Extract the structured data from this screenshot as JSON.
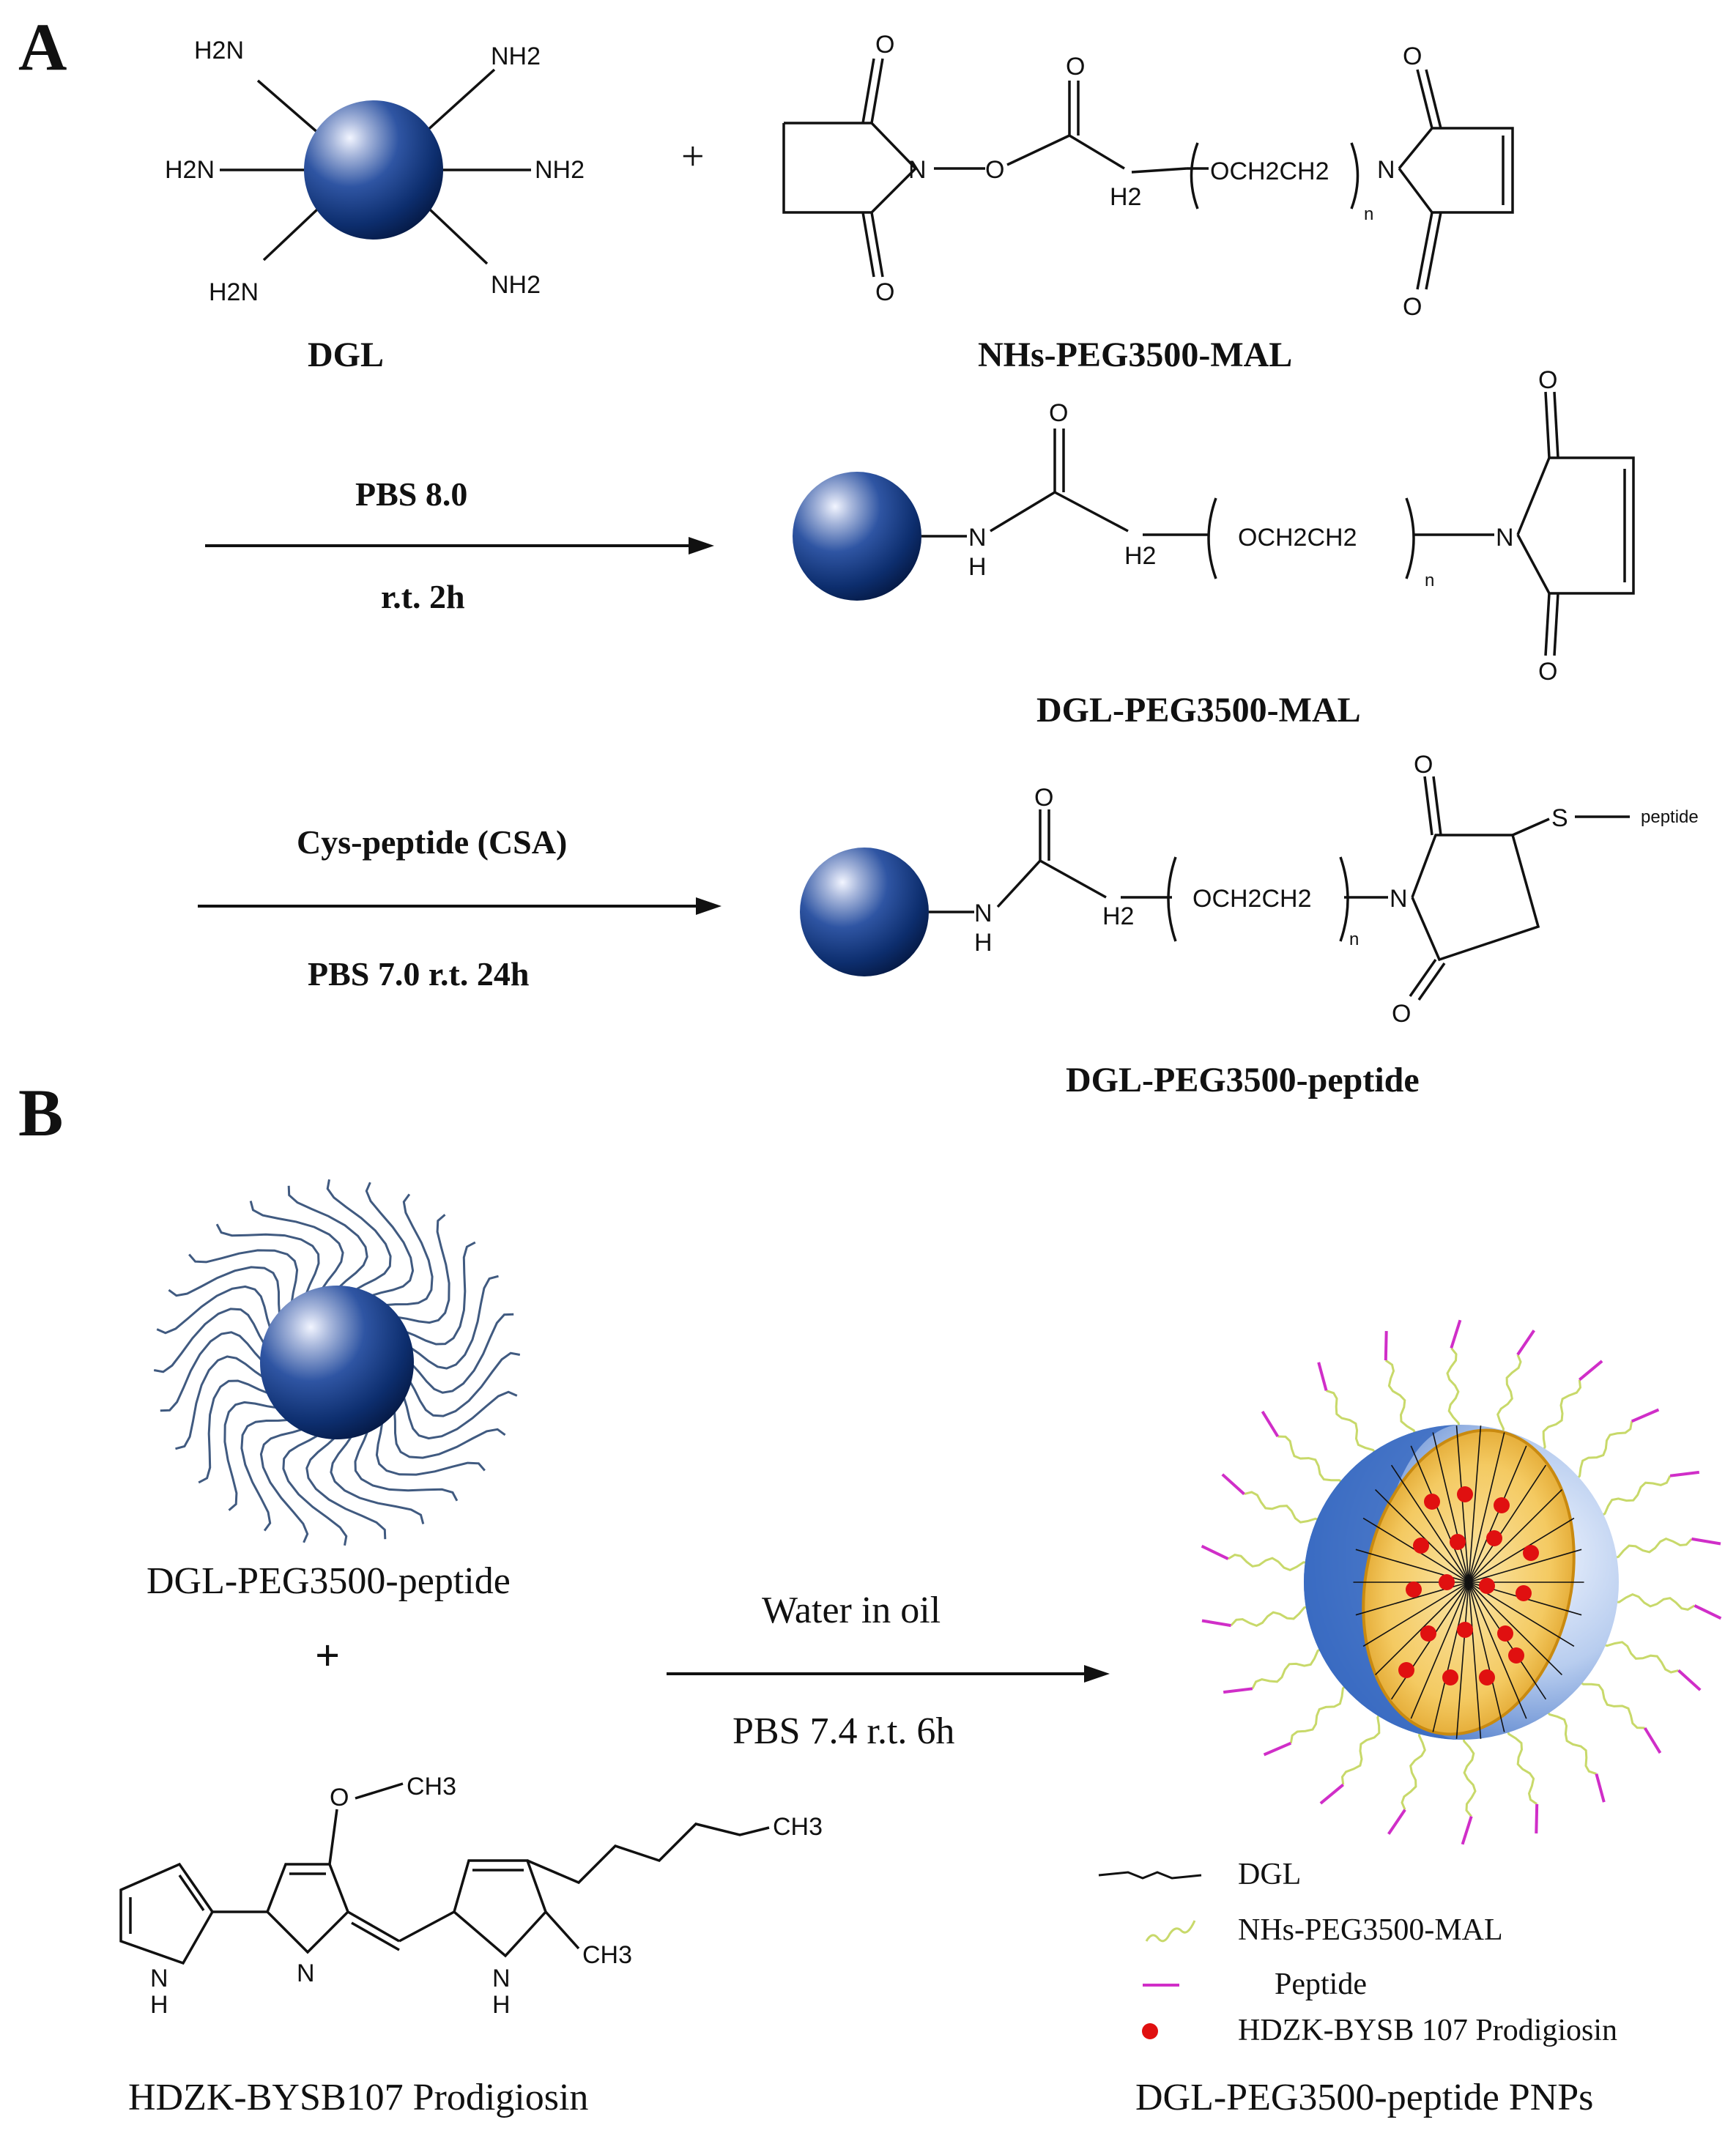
{
  "panels": {
    "a": {
      "letter": "A",
      "dgl_amine_labels": [
        "H2N",
        "NH2",
        "H2N",
        "NH2",
        "H2N",
        "NH2"
      ],
      "plus": "+",
      "dgl_label": "DGL",
      "nhs_label": "NHs-PEG3500-MAL",
      "nhs_formula": {
        "o": "O",
        "n": "N",
        "ch2": "H2",
        "repeat": "OCH2CH2",
        "sub_n": "n"
      },
      "step1": {
        "top": "PBS 8.0",
        "bottom": "r.t. 2h"
      },
      "product1_label": "DGL-PEG3500-MAL",
      "product1_formula": {
        "o": "O",
        "nh_n": "N",
        "nh_h": "H",
        "ch2": "H2",
        "repeat": "OCH2CH2",
        "sub_n": "n",
        "n": "N"
      },
      "step2": {
        "top": "Cys-peptide (CSA)",
        "bottom": "PBS 7.0 r.t. 24h"
      },
      "product2_label": "DGL-PEG3500-peptide",
      "product2_formula": {
        "o": "O",
        "nh_n": "N",
        "nh_h": "H",
        "ch2": "H2",
        "repeat": "OCH2CH2",
        "sub_n": "n",
        "n": "N",
        "s": "S",
        "peptide": "peptide"
      }
    },
    "b": {
      "letter": "B",
      "reactant1_label": "DGL-PEG3500-peptide",
      "plus": "+",
      "step": {
        "top": "Water in oil",
        "bottom": "PBS 7.4  r.t. 6h"
      },
      "prodigiosin_atoms": {
        "o": "O",
        "ch3_top": "CH3",
        "ch3_chain": "CH3",
        "ch3_ring": "CH3",
        "n_mid": "N",
        "nh1_n": "N",
        "nh1_h": "H",
        "nh2_n": "N",
        "nh2_h": "H"
      },
      "prodigiosin_label": "HDZK-BYSB107 Prodigiosin",
      "product_label": "DGL-PEG3500-peptide PNPs",
      "legend": [
        {
          "label": "DGL",
          "symbol": "dgl-line"
        },
        {
          "label": "NHs-PEG3500-MAL",
          "symbol": "peg-wave"
        },
        {
          "label": "Peptide",
          "symbol": "peptide-dash"
        },
        {
          "label": "HDZK-BYSB 107 Prodigiosin",
          "symbol": "red-dot"
        }
      ]
    }
  },
  "colors": {
    "sphere_dark": "#0b2a6b",
    "sphere_light": "#eef3ff",
    "peg_wave": "#c8d96a",
    "peptide": "#d02ec8",
    "drug_dot": "#e01010",
    "core_yellow": "#f2c04a",
    "shell_blue": "#3b6fc4",
    "tentacle": "#405a80"
  }
}
